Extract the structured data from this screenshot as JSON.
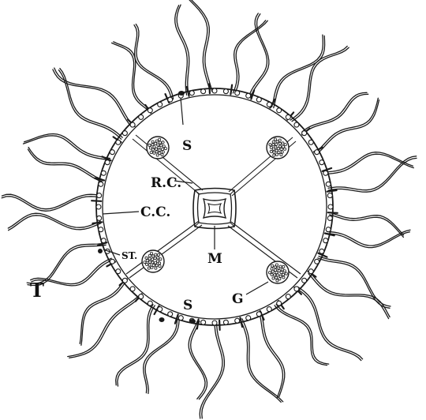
{
  "figure": {
    "labels": {
      "s_top": "S",
      "rc": "R.C.",
      "cc": "C.C.",
      "st": "ST.",
      "m": "M",
      "t": "T",
      "s_bottom": "S",
      "g": "G"
    },
    "tentacle_count": 34,
    "gonad_count": 4,
    "ink_color": "#1a1a1a"
  }
}
